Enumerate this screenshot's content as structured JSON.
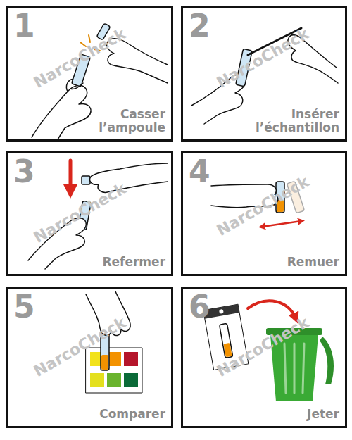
{
  "diagram": {
    "nodes": [
      {
        "text": [
          "1",
          "Casser l’ampoule"
        ]
      },
      {
        "text": [
          "2",
          "Insérer l’échantillon"
        ]
      },
      {
        "text": [
          "3",
          "Refermer"
        ]
      },
      {
        "text": [
          "4",
          "Remuer"
        ]
      },
      {
        "text": [
          "5",
          "Comparer"
        ]
      },
      {
        "text": [
          "6",
          "Jeter"
        ]
      }
    ],
    "labels": [
      "NarcoCheck",
      "NarcoCheck",
      "NarcoCheck",
      "NarcoCheck",
      "NarcoCheck",
      "NarcoCheck"
    ]
  }
}
